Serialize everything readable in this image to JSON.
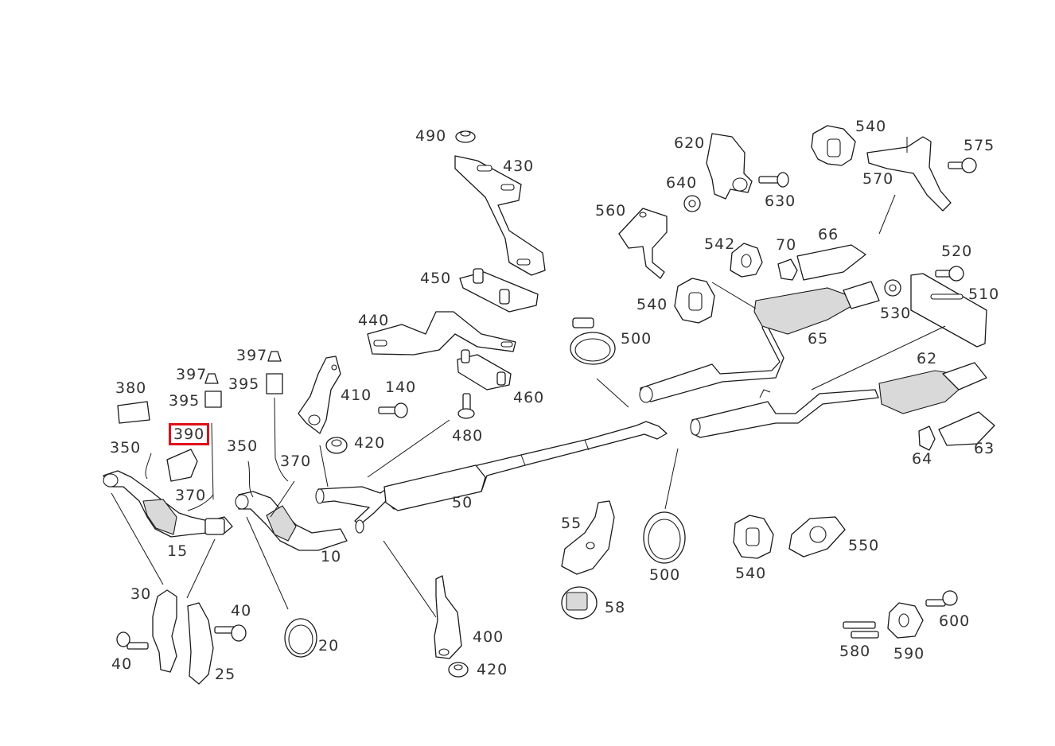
{
  "highlight_color": "#e0101a",
  "labels": {
    "l490": "490",
    "l430": "430",
    "l450": "450",
    "l440": "440",
    "l460": "460",
    "l620": "620",
    "l640": "640",
    "l630": "630",
    "l540a": "540",
    "l570": "570",
    "l575": "575",
    "l560": "560",
    "l542": "542",
    "l70": "70",
    "l66": "66",
    "l520": "520",
    "l510": "510",
    "l540b": "540",
    "l500a": "500",
    "l65": "65",
    "l530": "530",
    "l397a": "397",
    "l395a": "395",
    "l380": "380",
    "l390": "390",
    "l397b": "397",
    "l395b": "395",
    "l410": "410",
    "l140": "140",
    "l420a": "420",
    "l480": "480",
    "l350a": "350",
    "l350b": "350",
    "l370a": "370",
    "l370b": "370",
    "l62": "62",
    "l64": "64",
    "l63": "63",
    "l50": "50",
    "l15": "15",
    "l10": "10",
    "l30": "30",
    "l40a": "40",
    "l40b": "40",
    "l25": "25",
    "l20": "20",
    "l400": "400",
    "l420b": "420",
    "l55": "55",
    "l58": "58",
    "l500b": "500",
    "l540c": "540",
    "l550": "550",
    "l580": "580",
    "l590": "590",
    "l600": "600"
  }
}
